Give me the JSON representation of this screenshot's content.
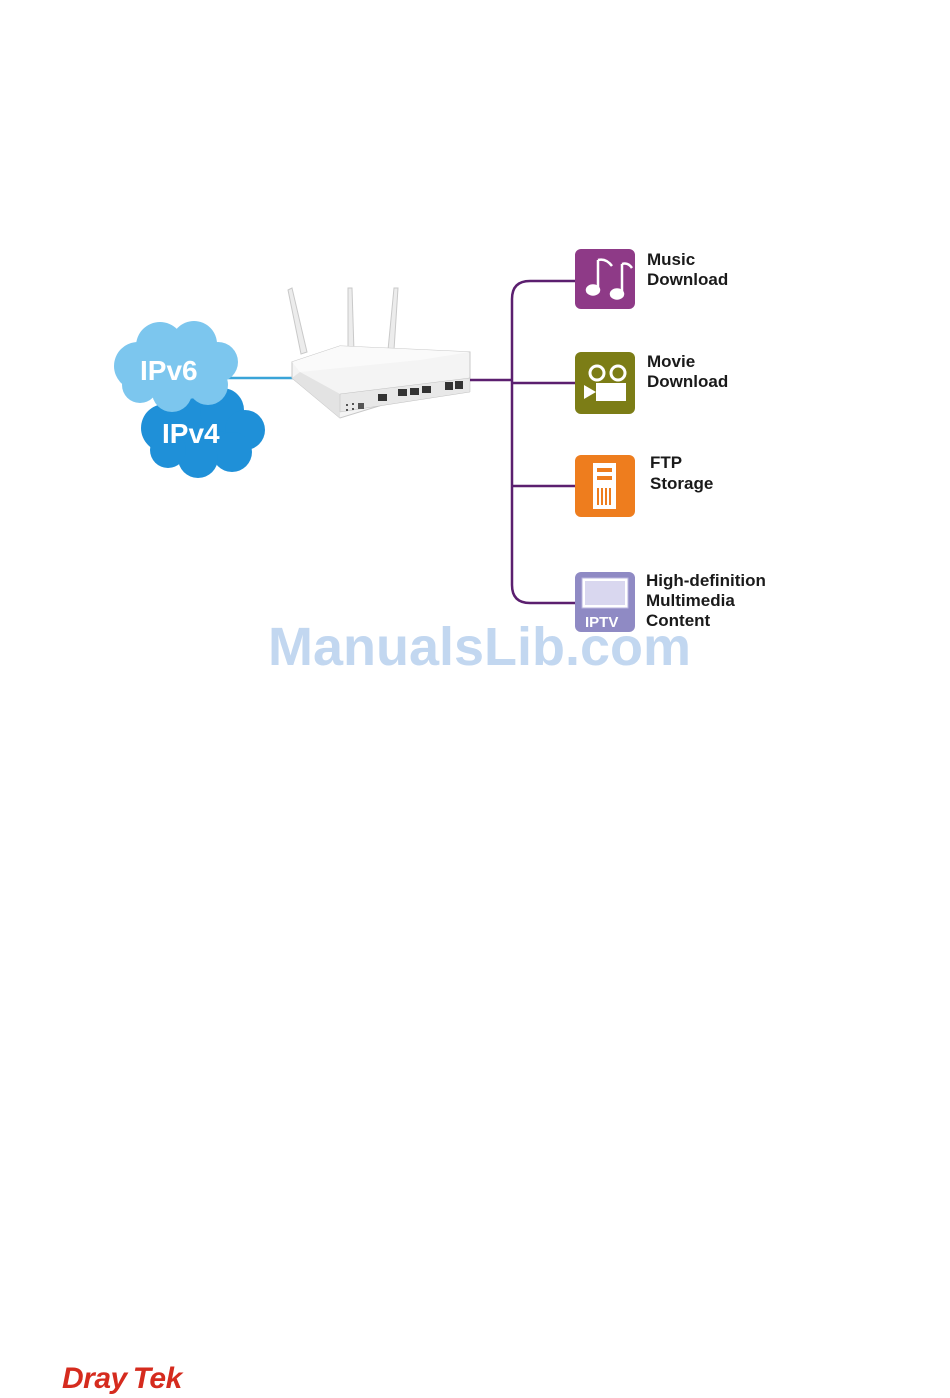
{
  "clouds": {
    "ipv6": "IPv6",
    "ipv4": "IPv4"
  },
  "services": [
    {
      "line1": "Music",
      "line2": "Download",
      "line3": "",
      "icon": "music-notes-icon",
      "color": "#8e3a87"
    },
    {
      "line1": "Movie",
      "line2": "Download",
      "line3": "",
      "icon": "movie-camera-icon",
      "color": "#7c7d16"
    },
    {
      "line1": "FTP",
      "line2": "Storage",
      "line3": "",
      "icon": "server-tower-icon",
      "color": "#ee7d1e"
    },
    {
      "line1": "High-definition",
      "line2": "Multimedia",
      "line3": "Content",
      "icon": "iptv-screen-icon",
      "color": "#8f8ac4",
      "caption": "IPTV"
    }
  ],
  "watermark": "ManualsLib.com",
  "logo": {
    "part1": "Dray",
    "part2": "Tek"
  },
  "colors": {
    "cloud": "#3aaae8",
    "cloud_light": "#8ed0f2",
    "branch_line": "#5b1f6f",
    "link_line": "#3aa4d8",
    "brand_red": "#d52b1e"
  }
}
